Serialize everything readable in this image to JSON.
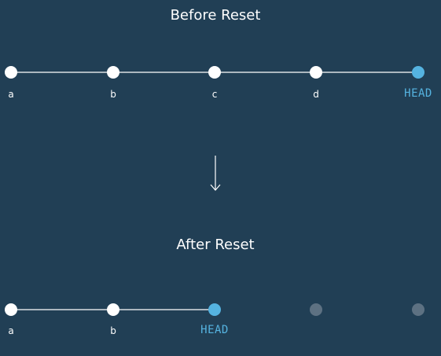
{
  "before": {
    "title": "Before Reset",
    "commits": [
      {
        "label": "a",
        "state": "commit"
      },
      {
        "label": "b",
        "state": "commit"
      },
      {
        "label": "c",
        "state": "commit"
      },
      {
        "label": "d",
        "state": "commit"
      },
      {
        "label": "HEAD",
        "state": "head"
      }
    ]
  },
  "after": {
    "title": "After Reset",
    "commits": [
      {
        "label": "a",
        "state": "commit"
      },
      {
        "label": "b",
        "state": "commit"
      },
      {
        "label": "HEAD",
        "state": "head"
      },
      {
        "label": "",
        "state": "orphaned"
      },
      {
        "label": "",
        "state": "orphaned"
      }
    ]
  },
  "colors": {
    "background": "#213f55",
    "commit": "#ffffff",
    "head": "#55b3e0",
    "orphaned": "#5d7182",
    "line": "#ffffff"
  }
}
